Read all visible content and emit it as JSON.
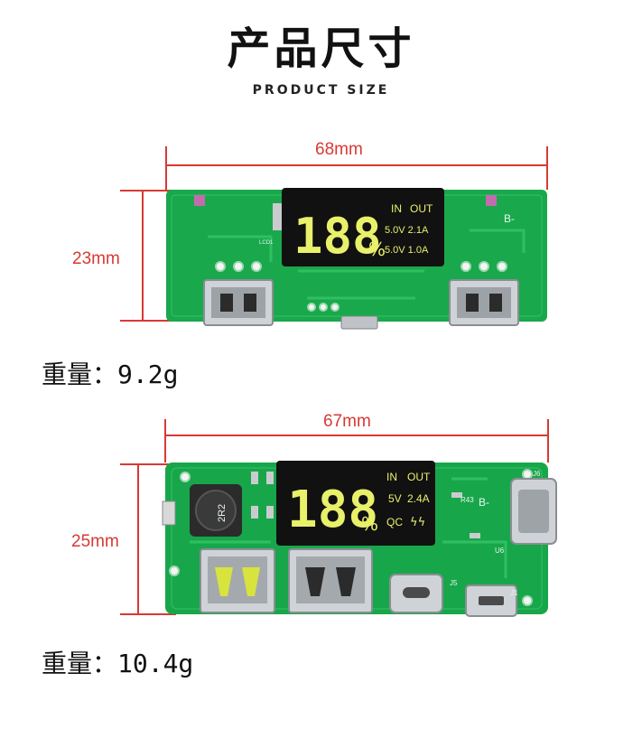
{
  "title": "产品尺寸",
  "subtitle": "PRODUCT SIZE",
  "colors": {
    "dimension": "#d63a34",
    "pcb": "#18a64a",
    "screen": "#111111",
    "digit": "#e9f06a"
  },
  "board1": {
    "width_label": "68mm",
    "height_label": "23mm",
    "digits": "188",
    "percent": "%",
    "in_label": "IN",
    "out_label": "OUT",
    "row1": "5.0V 2.1A",
    "row2": "5.0V 1.0A",
    "silk_lcd": "LCD1",
    "silk_b": "B-",
    "weight": "重量：9.2g"
  },
  "board2": {
    "width_label": "67mm",
    "height_label": "25mm",
    "digits": "188",
    "percent": "%",
    "in_label": "IN",
    "out_label": "OUT",
    "row1_a": "5V",
    "row1_b": "2.4A",
    "row2_a": "QC",
    "row2_b": "ϟϟ",
    "silk_inductor": "2R2",
    "silk_a": "J6",
    "silk_b": "J5",
    "silk_c": "J1",
    "silk_d": "U6",
    "silk_e": "R43",
    "silk_f": "B-",
    "weight": "重量：10.4g"
  }
}
